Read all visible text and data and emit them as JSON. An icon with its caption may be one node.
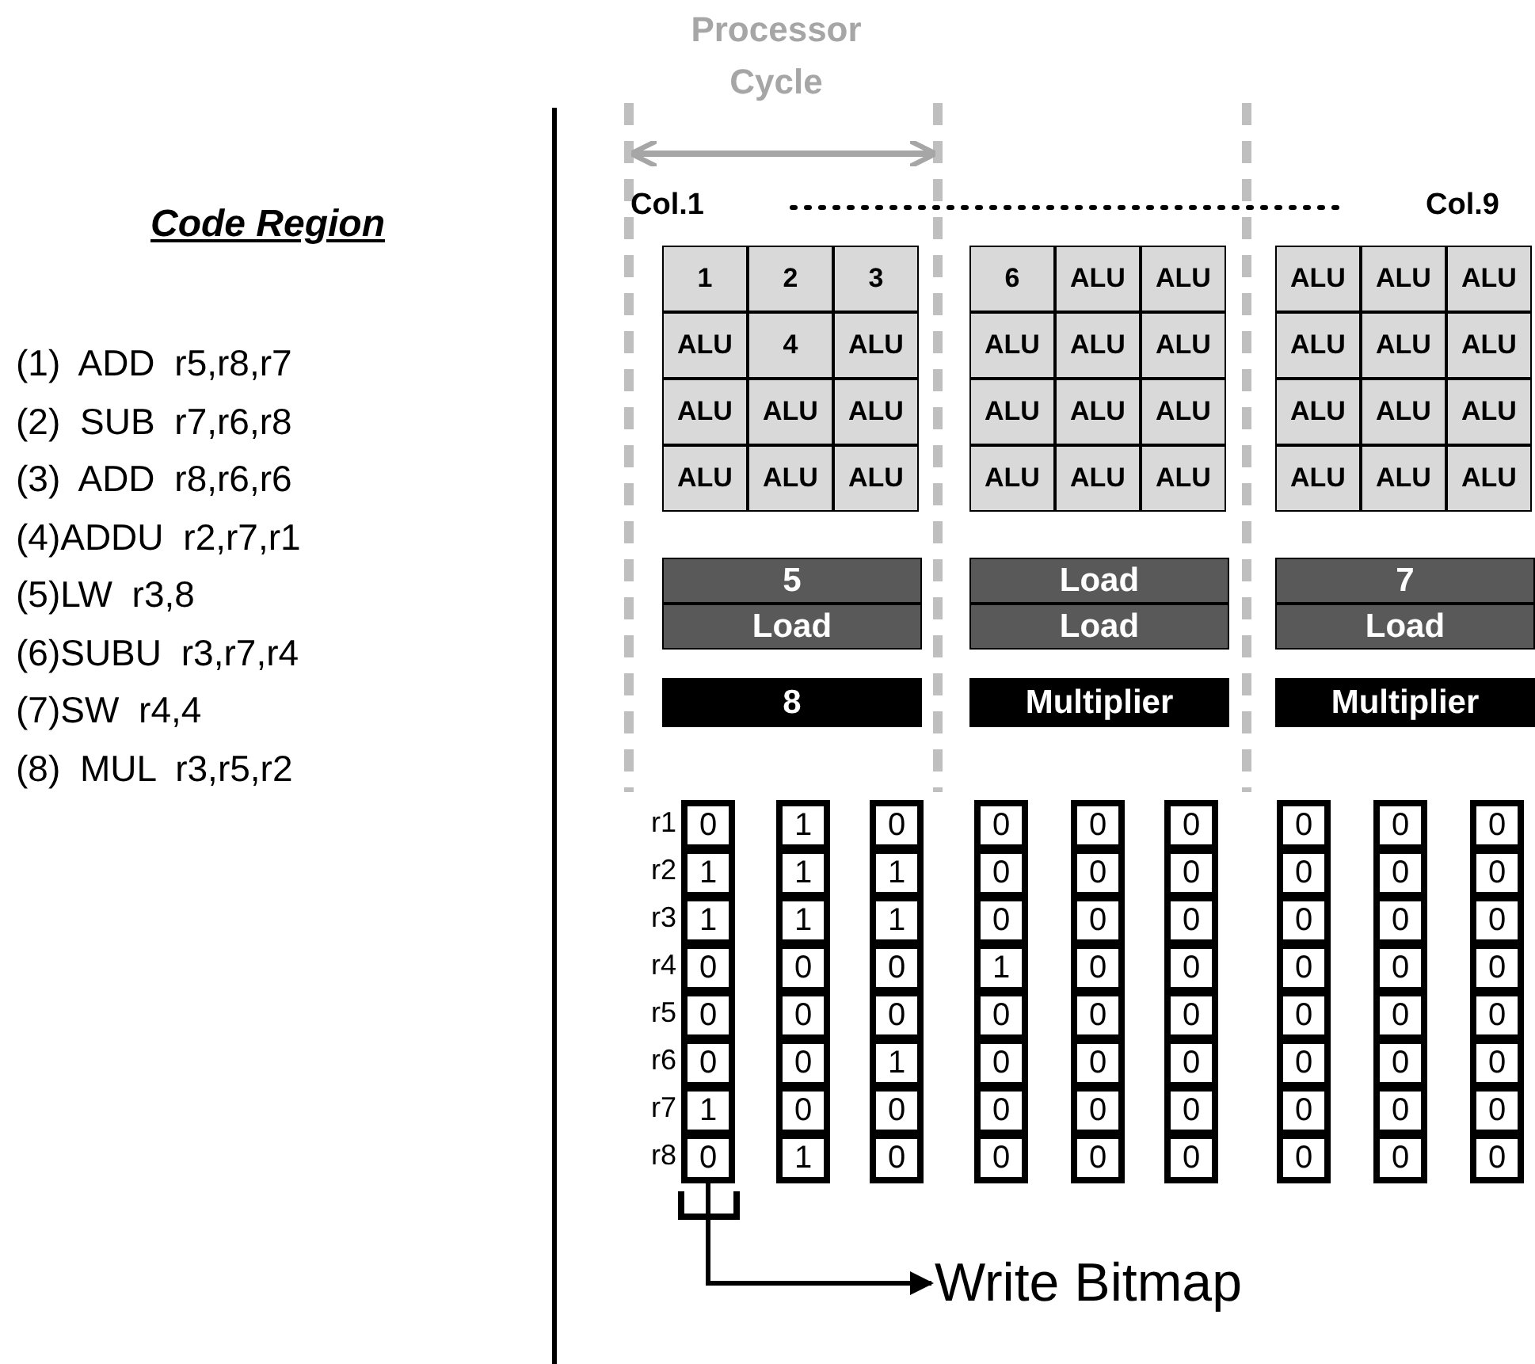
{
  "diagram": {
    "nodes": [
      {
        "text": [
          "1"
        ]
      },
      {
        "text": [
          "2"
        ]
      },
      {
        "text": [
          "3"
        ]
      },
      {
        "text": [
          "ALU"
        ]
      },
      {
        "text": [
          "4"
        ]
      },
      {
        "text": [
          "ALU"
        ]
      },
      {
        "text": [
          "ALU"
        ]
      },
      {
        "text": [
          "ALU"
        ]
      },
      {
        "text": [
          "ALU"
        ]
      },
      {
        "text": [
          "ALU"
        ]
      },
      {
        "text": [
          "ALU"
        ]
      },
      {
        "text": [
          "ALU"
        ]
      },
      {
        "text": [
          "5"
        ]
      },
      {
        "text": [
          "Load"
        ]
      },
      {
        "text": [
          "8"
        ]
      },
      {
        "text": [
          "6"
        ]
      },
      {
        "text": [
          "ALU"
        ]
      },
      {
        "text": [
          "ALU"
        ]
      },
      {
        "text": [
          "ALU"
        ]
      },
      {
        "text": [
          "ALU"
        ]
      },
      {
        "text": [
          "ALU"
        ]
      },
      {
        "text": [
          "ALU"
        ]
      },
      {
        "text": [
          "ALU"
        ]
      },
      {
        "text": [
          "ALU"
        ]
      },
      {
        "text": [
          "ALU"
        ]
      },
      {
        "text": [
          "ALU"
        ]
      },
      {
        "text": [
          "ALU"
        ]
      },
      {
        "text": [
          "Load"
        ]
      },
      {
        "text": [
          "Load"
        ]
      },
      {
        "text": [
          "Multiplier"
        ]
      },
      {
        "text": [
          "ALU"
        ]
      },
      {
        "text": [
          "ALU"
        ]
      },
      {
        "text": [
          "ALU"
        ]
      },
      {
        "text": [
          "ALU"
        ]
      },
      {
        "text": [
          "ALU"
        ]
      },
      {
        "text": [
          "ALU"
        ]
      },
      {
        "text": [
          "ALU"
        ]
      },
      {
        "text": [
          "ALU"
        ]
      },
      {
        "text": [
          "ALU"
        ]
      },
      {
        "text": [
          "ALU"
        ]
      },
      {
        "text": [
          "ALU"
        ]
      },
      {
        "text": [
          "ALU"
        ]
      },
      {
        "text": [
          "7"
        ]
      },
      {
        "text": [
          "Load"
        ]
      },
      {
        "text": [
          "Multiplier"
        ]
      },
      {
        "text": [],
        "shape": "box"
      },
      {
        "text": [
          "0"
        ],
        "in": 45
      },
      {
        "text": [
          "1"
        ],
        "in": 45
      },
      {
        "text": [
          "1"
        ],
        "in": 45
      },
      {
        "text": [
          "0"
        ],
        "in": 45
      },
      {
        "text": [
          "0"
        ],
        "in": 45
      },
      {
        "text": [
          "0"
        ],
        "in": 45
      },
      {
        "text": [
          "1"
        ],
        "in": 45
      },
      {
        "text": [
          "0"
        ],
        "in": 45
      },
      {
        "text": [],
        "shape": "box"
      },
      {
        "text": [
          "1"
        ],
        "in": 54
      },
      {
        "text": [
          "1"
        ],
        "in": 54
      },
      {
        "text": [
          "1"
        ],
        "in": 54
      },
      {
        "text": [
          "0"
        ],
        "in": 54
      },
      {
        "text": [
          "0"
        ],
        "in": 54
      },
      {
        "text": [
          "0"
        ],
        "in": 54
      },
      {
        "text": [
          "0"
        ],
        "in": 54
      },
      {
        "text": [
          "1"
        ],
        "in": 54
      },
      {
        "text": [],
        "shape": "box"
      },
      {
        "text": [
          "0"
        ],
        "in": 63
      },
      {
        "text": [
          "1"
        ],
        "in": 63
      },
      {
        "text": [
          "1"
        ],
        "in": 63
      },
      {
        "text": [
          "0"
        ],
        "in": 63
      },
      {
        "text": [
          "0"
        ],
        "in": 63
      },
      {
        "text": [
          "1"
        ],
        "in": 63
      },
      {
        "text": [
          "0"
        ],
        "in": 63
      },
      {
        "text": [
          "0"
        ],
        "in": 63
      },
      {
        "text": [],
        "shape": "box"
      },
      {
        "text": [
          "0"
        ],
        "in": 72
      },
      {
        "text": [
          "0"
        ],
        "in": 72
      },
      {
        "text": [
          "0"
        ],
        "in": 72
      },
      {
        "text": [
          "1"
        ],
        "in": 72
      },
      {
        "text": [
          "0"
        ],
        "in": 72
      },
      {
        "text": [
          "0"
        ],
        "in": 72
      },
      {
        "text": [
          "0"
        ],
        "in": 72
      },
      {
        "text": [
          "0"
        ],
        "in": 72
      },
      {
        "text": [],
        "shape": "box"
      },
      {
        "text": [
          "0"
        ],
        "in": 81
      },
      {
        "text": [
          "0"
        ],
        "in": 81
      },
      {
        "text": [
          "0"
        ],
        "in": 81
      },
      {
        "text": [
          "0"
        ],
        "in": 81
      },
      {
        "text": [
          "0"
        ],
        "in": 81
      },
      {
        "text": [
          "0"
        ],
        "in": 81
      },
      {
        "text": [
          "0"
        ],
        "in": 81
      },
      {
        "text": [
          "0"
        ],
        "in": 81
      },
      {
        "text": [],
        "shape": "box"
      },
      {
        "text": [
          "0"
        ],
        "in": 90
      },
      {
        "text": [
          "0"
        ],
        "in": 90
      },
      {
        "text": [
          "0"
        ],
        "in": 90
      },
      {
        "text": [
          "0"
        ],
        "in": 90
      },
      {
        "text": [
          "0"
        ],
        "in": 90
      },
      {
        "text": [
          "0"
        ],
        "in": 90
      },
      {
        "text": [
          "0"
        ],
        "in": 90
      },
      {
        "text": [
          "0"
        ],
        "in": 90
      },
      {
        "text": [],
        "shape": "box"
      },
      {
        "text": [
          "0"
        ],
        "in": 99
      },
      {
        "text": [
          "0"
        ],
        "in": 99
      },
      {
        "text": [
          "0"
        ],
        "in": 99
      },
      {
        "text": [
          "0"
        ],
        "in": 99
      },
      {
        "text": [
          "0"
        ],
        "in": 99
      },
      {
        "text": [
          "0"
        ],
        "in": 99
      },
      {
        "text": [
          "0"
        ],
        "in": 99
      },
      {
        "text": [
          "0"
        ],
        "in": 99
      },
      {
        "text": [],
        "shape": "box"
      },
      {
        "text": [
          "0"
        ],
        "in": 108
      },
      {
        "text": [
          "0"
        ],
        "in": 108
      },
      {
        "text": [
          "0"
        ],
        "in": 108
      },
      {
        "text": [
          "0"
        ],
        "in": 108
      },
      {
        "text": [
          "0"
        ],
        "in": 108
      },
      {
        "text": [
          "0"
        ],
        "in": 108
      },
      {
        "text": [
          "0"
        ],
        "in": 108
      },
      {
        "text": [
          "0"
        ],
        "in": 108
      },
      {
        "text": [],
        "shape": "box"
      },
      {
        "text": [
          "0"
        ],
        "in": 117
      },
      {
        "text": [
          "0"
        ],
        "in": 117
      },
      {
        "text": [
          "0"
        ],
        "in": 117
      },
      {
        "text": [
          "0"
        ],
        "in": 117
      },
      {
        "text": [
          "0"
        ],
        "in": 117
      },
      {
        "text": [
          "0"
        ],
        "in": 117
      },
      {
        "text": [
          "0"
        ],
        "in": 117
      },
      {
        "text": [
          "0"
        ],
        "in": 117
      },
      {
        "text": [
          "Write Bitmap"
        ]
      }
    ],
    "edges": [
      {
        "from": 45,
        "to": 126,
        "arrow": "to"
      }
    ],
    "labels": [
      "Processor Cycle",
      "Code Region",
      "Col.1",
      "Col.9",
      "(1) ADD r5,r8,r7",
      "(2) SUB r7,r6,r8",
      "(3) ADD r8,r6,r6",
      "(4)ADDU r2,r7,r1",
      "(5)LW r3,8",
      "(6)SUBU r3,r7,r4",
      "(7)SW r4,4",
      "(8) MUL r3,r5,r2",
      "r1",
      "r2",
      "r3",
      "r4",
      "r5",
      "r6",
      "r7",
      "r8"
    ]
  }
}
